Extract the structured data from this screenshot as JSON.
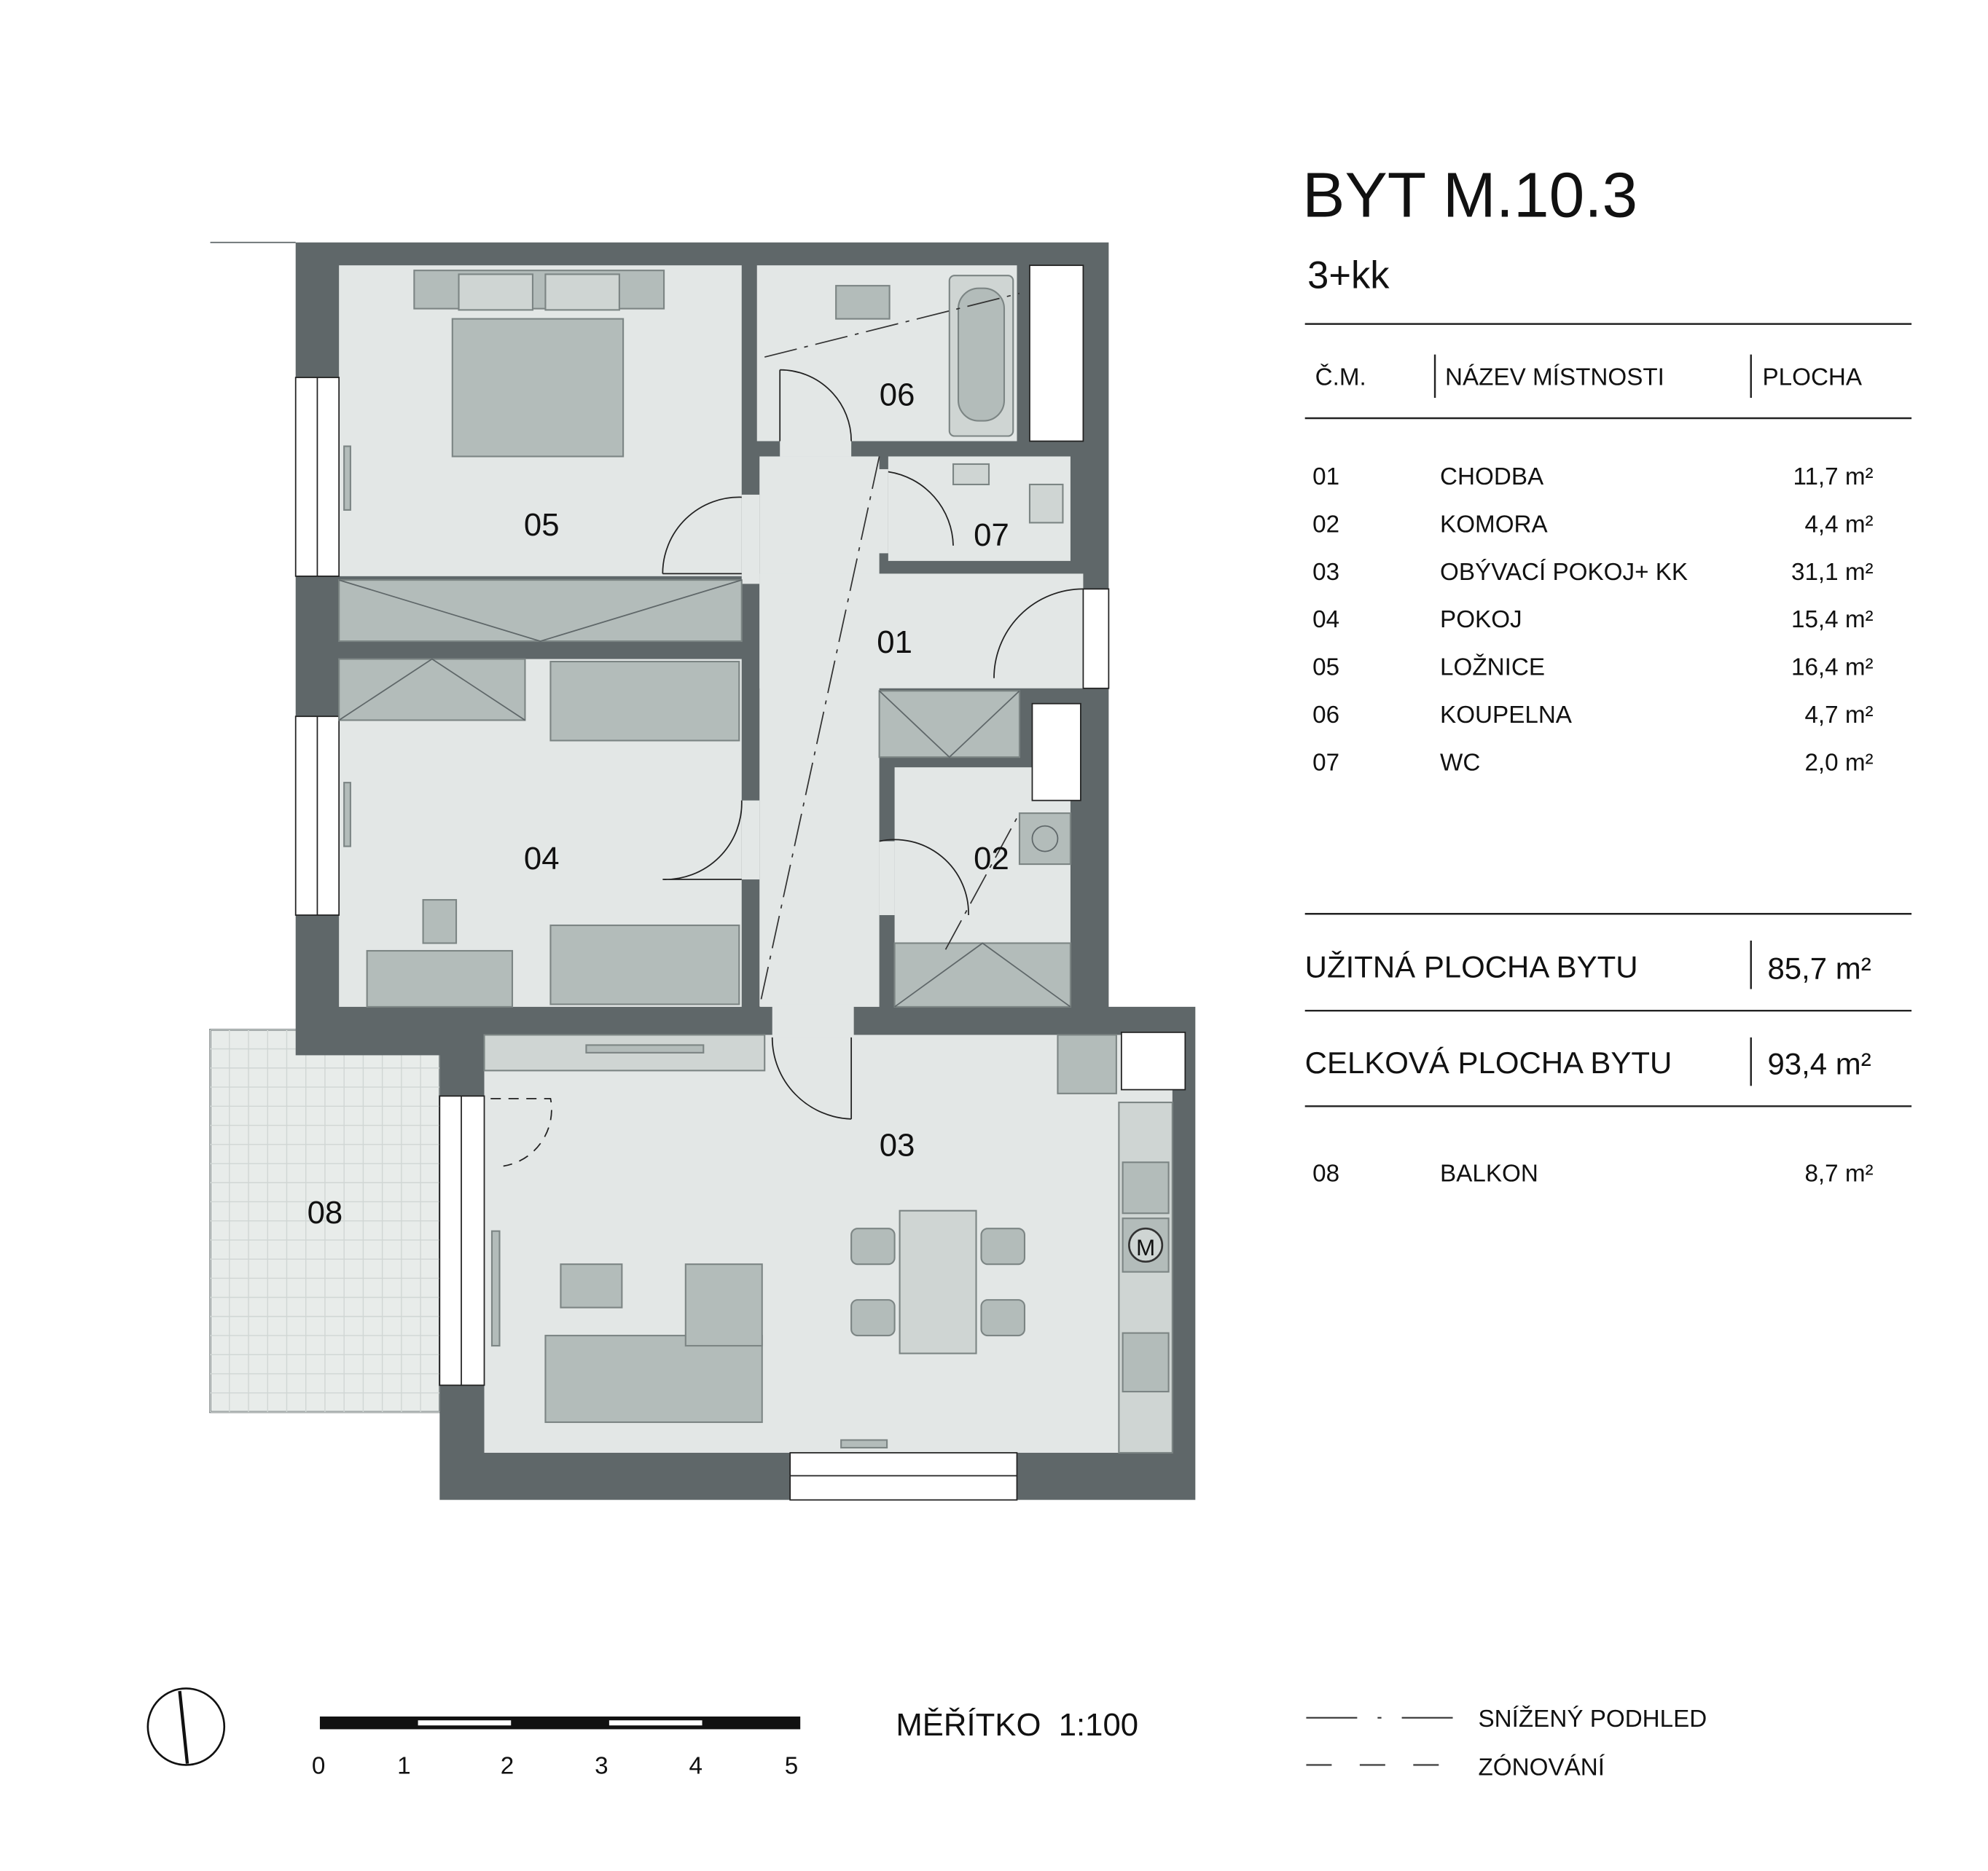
{
  "header": {
    "title": "BYT M.10.3",
    "layout": "3+kk"
  },
  "table": {
    "columns": [
      "Č.M.",
      "NÁZEV MÍSTNOSTI",
      "PLOCHA"
    ],
    "rows": [
      {
        "no": "01",
        "name": "CHODBA",
        "area": "11,7 m²"
      },
      {
        "no": "02",
        "name": "KOMORA",
        "area": "4,4 m²"
      },
      {
        "no": "03",
        "name": "OBÝVACÍ POKOJ+ KK",
        "area": "31,1 m²"
      },
      {
        "no": "04",
        "name": "POKOJ",
        "area": "15,4 m²"
      },
      {
        "no": "05",
        "name": "LOŽNICE",
        "area": "16,4 m²"
      },
      {
        "no": "06",
        "name": "KOUPELNA",
        "area": "4,7 m²"
      },
      {
        "no": "07",
        "name": "WC",
        "area": "2,0 m²"
      }
    ],
    "usable": {
      "label": "UŽITNÁ PLOCHA BYTU",
      "value": "85,7 m²"
    },
    "total": {
      "label": "CELKOVÁ PLOCHA BYTU",
      "value": "93,4 m²"
    },
    "balcony": {
      "no": "08",
      "name": "BALKON",
      "area": "8,7 m²"
    }
  },
  "plan": {
    "room_labels": {
      "r01": "01",
      "r02": "02",
      "r03": "03",
      "r04": "04",
      "r05": "05",
      "r06": "06",
      "r07": "07",
      "r08": "08"
    },
    "microwave_label": "M"
  },
  "footer": {
    "scale_label": "MĚŘÍTKO  1:100",
    "scale_ticks": [
      "0",
      "1",
      "2",
      "3",
      "4",
      "5"
    ],
    "legend": [
      {
        "style": "dash-dot",
        "label": "SNÍŽENÝ PODHLED"
      },
      {
        "style": "dashed",
        "label": "ZÓNOVÁNÍ"
      }
    ]
  },
  "colors": {
    "wall": "#5f6769",
    "floor": "#e3e7e6",
    "furniture": "#b3bcba"
  }
}
